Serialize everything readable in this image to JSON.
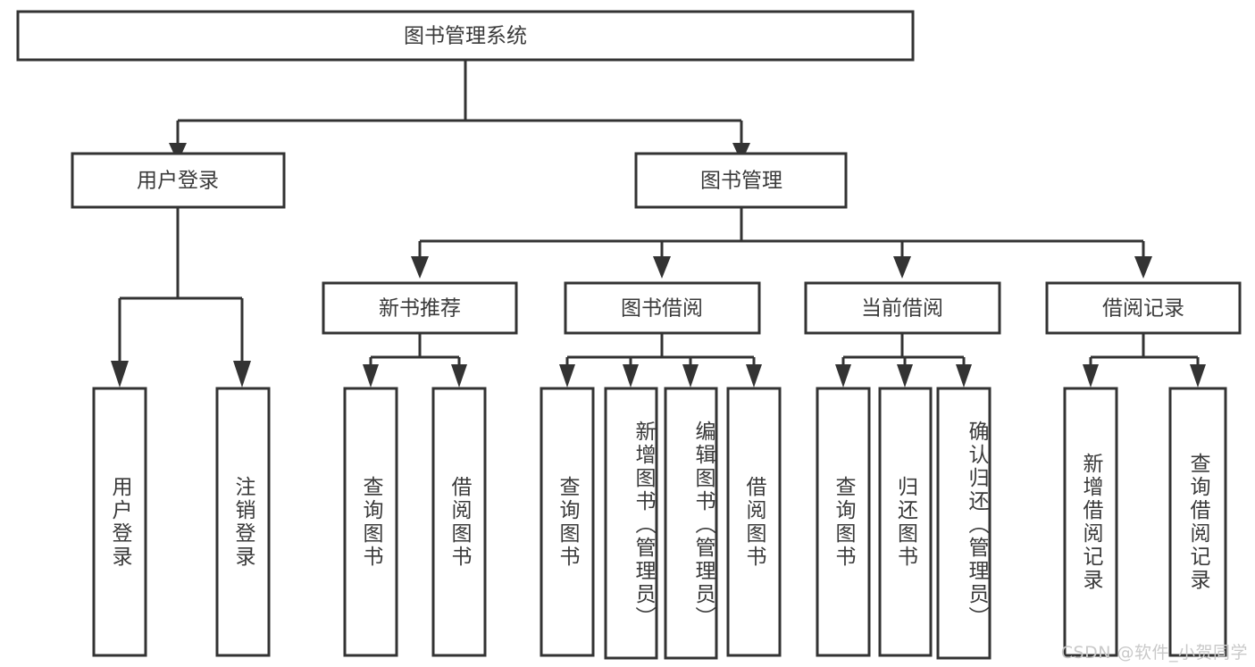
{
  "diagram": {
    "title": "图书管理系统",
    "type": "tree-hierarchy-diagram",
    "colors": {
      "box_fill": "#ffffff",
      "box_stroke": "#333333",
      "text": "#3a3a3a",
      "background": "#ffffff",
      "watermark": "#c9c9c9"
    },
    "root": {
      "label": "图书管理系统"
    },
    "level2": [
      {
        "label": "用户登录"
      },
      {
        "label": "图书管理"
      }
    ],
    "level3": [
      {
        "label": "新书推荐"
      },
      {
        "label": "图书借阅"
      },
      {
        "label": "当前借阅"
      },
      {
        "label": "借阅记录"
      }
    ],
    "leaves": {
      "user_login": [
        {
          "label": "用户登录"
        },
        {
          "label": "注销登录"
        }
      ],
      "new_book_recommend": [
        {
          "label": "查询图书"
        },
        {
          "label": "借阅图书"
        }
      ],
      "book_borrow": [
        {
          "label": "查询图书"
        },
        {
          "label": "新增图书（管理员）"
        },
        {
          "label": "编辑图书（管理员）"
        },
        {
          "label": "借阅图书"
        }
      ],
      "current_borrow": [
        {
          "label": "查询图书"
        },
        {
          "label": "归还图书"
        },
        {
          "label": "确认归还（管理员）"
        }
      ],
      "borrow_record": [
        {
          "label": "新增借阅记录"
        },
        {
          "label": "查询借阅记录"
        }
      ]
    }
  },
  "watermark": {
    "text": "CSDN @软件_小贺同学"
  }
}
